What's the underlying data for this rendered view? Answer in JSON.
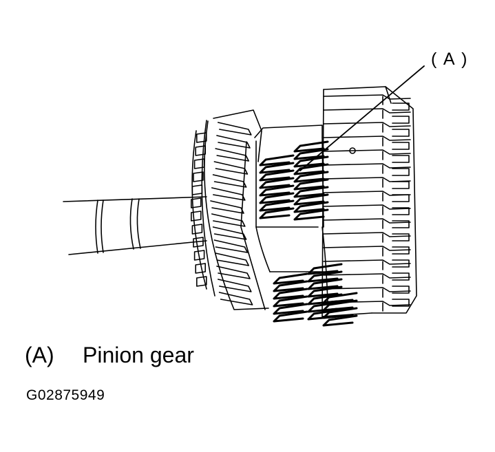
{
  "callout": {
    "label": "( A )"
  },
  "caption": {
    "key": "(A)",
    "text": "Pinion gear"
  },
  "figure_id": "G02875949",
  "colors": {
    "ink": "#000000",
    "paper": "#ffffff"
  }
}
